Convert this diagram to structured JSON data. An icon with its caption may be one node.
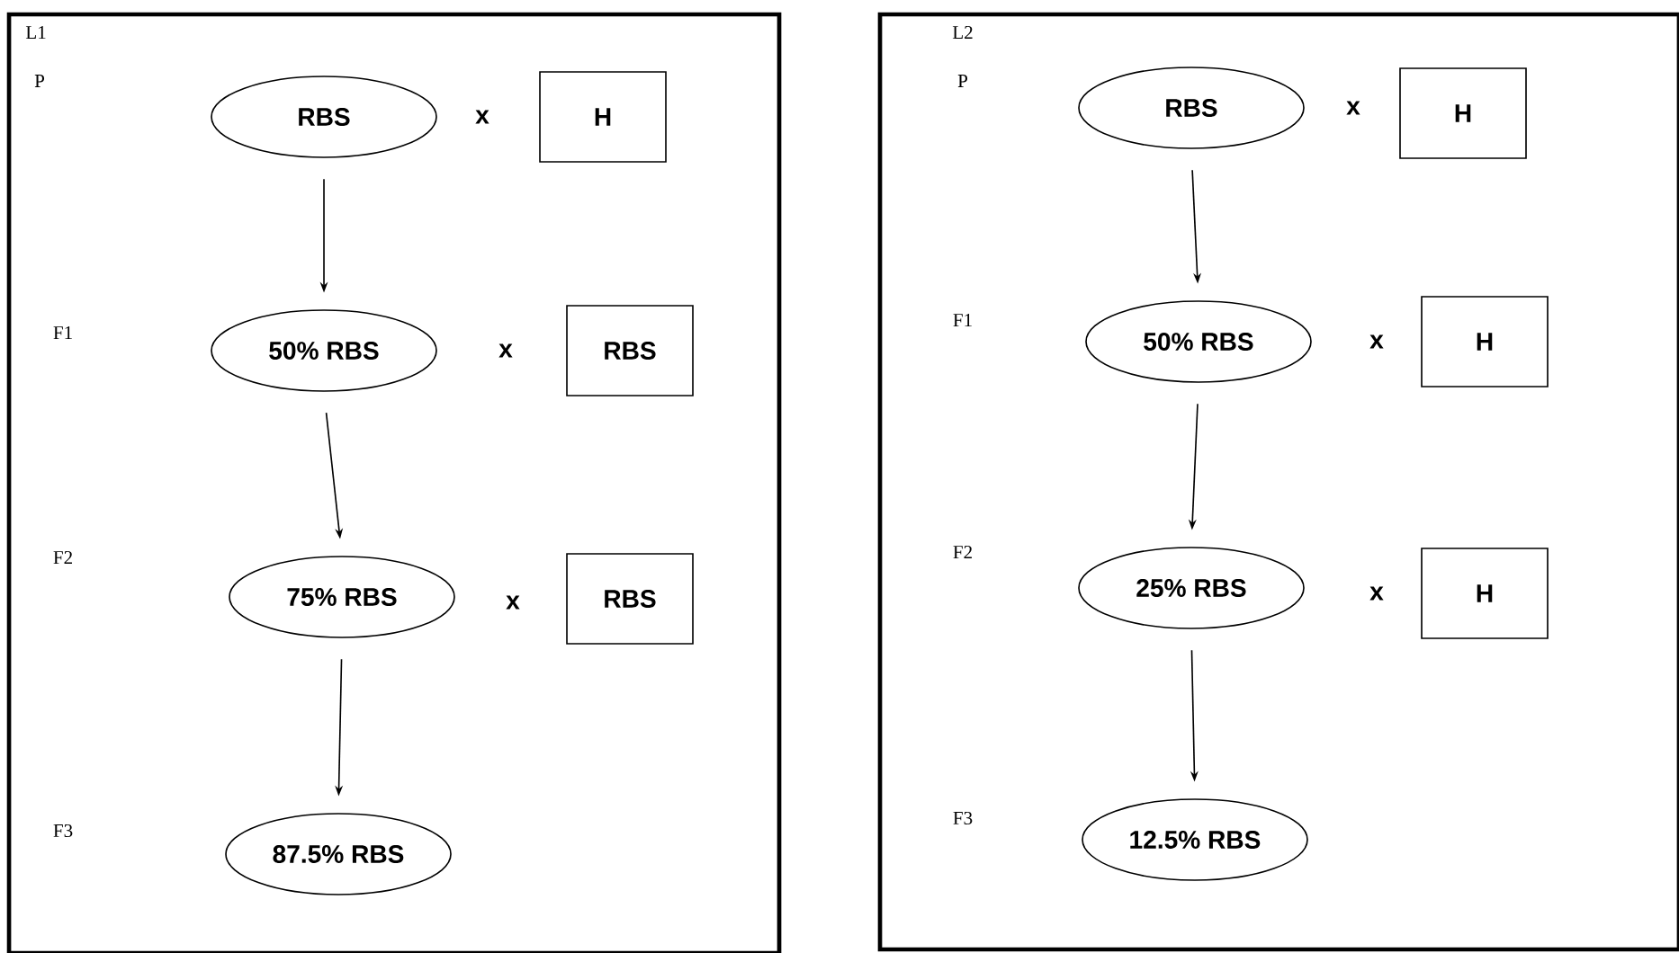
{
  "diagram": {
    "nodes": [
      {
        "text": [
          "L1"
        ]
      },
      {
        "text": [
          "RBS"
        ],
        "in": 0
      },
      {
        "text": [
          "H"
        ],
        "in": 0
      },
      {
        "text": [
          "50% RBS"
        ],
        "in": 0
      },
      {
        "text": [
          "RBS"
        ],
        "in": 0
      },
      {
        "text": [
          "75% RBS"
        ],
        "in": 0
      },
      {
        "text": [
          "RBS"
        ],
        "in": 0
      },
      {
        "text": [
          "87.5% RBS"
        ],
        "in": 0
      },
      {
        "text": [
          "L2"
        ]
      },
      {
        "text": [
          "RBS"
        ],
        "in": 8
      },
      {
        "text": [
          "H"
        ],
        "in": 8
      },
      {
        "text": [
          "50% RBS"
        ],
        "in": 8
      },
      {
        "text": [
          "H"
        ],
        "in": 8
      },
      {
        "text": [
          "25% RBS"
        ],
        "in": 8
      },
      {
        "text": [
          "H"
        ],
        "in": 8
      },
      {
        "text": [
          "12.5% RBS"
        ],
        "in": 8
      }
    ],
    "edges": [
      {
        "from": 1,
        "to": 3,
        "arrow": "to"
      },
      {
        "from": 3,
        "to": 5,
        "arrow": "to"
      },
      {
        "from": 5,
        "to": 7,
        "arrow": "to"
      },
      {
        "from": 9,
        "to": 11,
        "arrow": "to"
      },
      {
        "from": 11,
        "to": 13,
        "arrow": "to"
      },
      {
        "from": 13,
        "to": 15,
        "arrow": "to"
      }
    ],
    "labels": [
      "P",
      "x",
      "F1",
      "x",
      "F2",
      "x",
      "F3",
      "P",
      "x",
      "F1",
      "x",
      "F2",
      "x",
      "F3"
    ]
  }
}
